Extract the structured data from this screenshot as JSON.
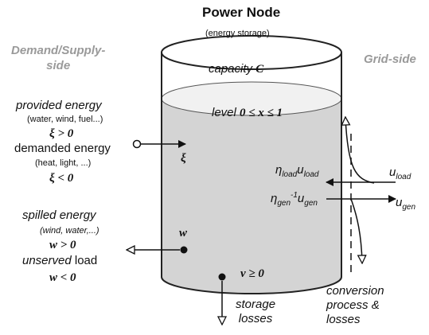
{
  "title": "Power Node",
  "subtitle": "(energy storage)",
  "left_side_label": "Demand/Supply-\nside",
  "right_side_label": "Grid-side",
  "capacity": {
    "text": "capacity ",
    "symbol": "C"
  },
  "level": {
    "text": "level ",
    "expr": "0 ≤ x ≤ 1"
  },
  "provided": {
    "label": "provided energy",
    "examples": "(water, wind, fuel...)",
    "cond": "ξ > 0"
  },
  "demanded": {
    "label": "demanded energy",
    "examples": "(heat, light, ...)",
    "cond": "ξ < 0"
  },
  "xi_symbol": "ξ",
  "spilled": {
    "label": "spilled energy",
    "examples": "(wind, water,...)",
    "cond": "w > 0"
  },
  "unserved": {
    "label_it": "unserved",
    "label_rest": " load",
    "cond": "w < 0"
  },
  "w_symbol": "w",
  "v_cond": "v ≥ 0",
  "storage_losses": "storage\nlosses",
  "eta_load": {
    "eta": "η",
    "eta_sub": "load",
    "u": "u",
    "u_sub": "load"
  },
  "eta_gen": {
    "eta": "η",
    "eta_sub": "gen",
    "sup": "-1",
    "u": "u",
    "u_sub": "gen"
  },
  "u_load": {
    "u": "u",
    "sub": "load"
  },
  "u_gen": {
    "u": "u",
    "sub": "gen"
  },
  "conversion": "conversion\nprocess &\nlosses",
  "colors": {
    "fill": "#d4d4d4",
    "top_fill": "#f1f1f1",
    "stroke": "#222222",
    "side_text": "#9a9a9a"
  }
}
